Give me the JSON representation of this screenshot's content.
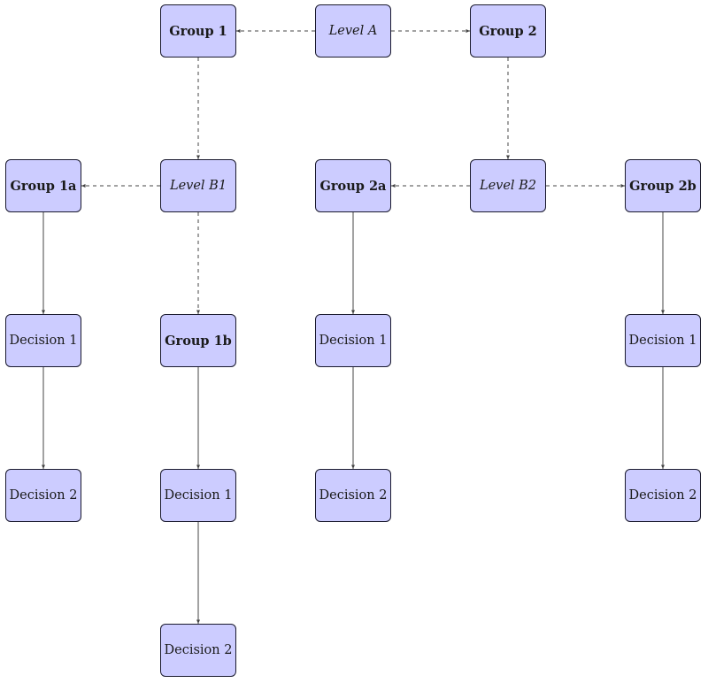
{
  "diagram": {
    "fill_color": "#ccccff",
    "border_color": "#1a1a2e",
    "edge_color": "#444444",
    "nodes": {
      "level_a": "Level A",
      "group_1": "Group 1",
      "group_2": "Group 2",
      "level_b1": "Level B1",
      "level_b2": "Level B2",
      "group_1a": "Group 1a",
      "group_1b": "Group 1b",
      "group_2a": "Group 2a",
      "group_2b": "Group 2b",
      "g1a_decision_1": "Decision 1",
      "g1a_decision_2": "Decision 2",
      "g1b_decision_1": "Decision 1",
      "g1b_decision_2": "Decision 2",
      "g2a_decision_1": "Decision 1",
      "g2a_decision_2": "Decision 2",
      "g2b_decision_1": "Decision 1",
      "g2b_decision_2": "Decision 2"
    },
    "edges": [
      {
        "from": "level_a",
        "to": "group_1",
        "style": "dashed"
      },
      {
        "from": "level_a",
        "to": "group_2",
        "style": "dashed"
      },
      {
        "from": "group_1",
        "to": "level_b1",
        "style": "dashed"
      },
      {
        "from": "group_2",
        "to": "level_b2",
        "style": "dashed"
      },
      {
        "from": "level_b1",
        "to": "group_1a",
        "style": "dashed"
      },
      {
        "from": "level_b1",
        "to": "group_1b",
        "style": "dashed"
      },
      {
        "from": "level_b2",
        "to": "group_2a",
        "style": "dashed"
      },
      {
        "from": "level_b2",
        "to": "group_2b",
        "style": "dashed"
      },
      {
        "from": "group_1a",
        "to": "g1a_decision_1",
        "style": "solid"
      },
      {
        "from": "g1a_decision_1",
        "to": "g1a_decision_2",
        "style": "solid"
      },
      {
        "from": "group_1b",
        "to": "g1b_decision_1",
        "style": "solid"
      },
      {
        "from": "g1b_decision_1",
        "to": "g1b_decision_2",
        "style": "solid"
      },
      {
        "from": "group_2a",
        "to": "g2a_decision_1",
        "style": "solid"
      },
      {
        "from": "g2a_decision_1",
        "to": "g2a_decision_2",
        "style": "solid"
      },
      {
        "from": "group_2b",
        "to": "g2b_decision_1",
        "style": "solid"
      },
      {
        "from": "g2b_decision_1",
        "to": "g2b_decision_2",
        "style": "solid"
      }
    ]
  }
}
